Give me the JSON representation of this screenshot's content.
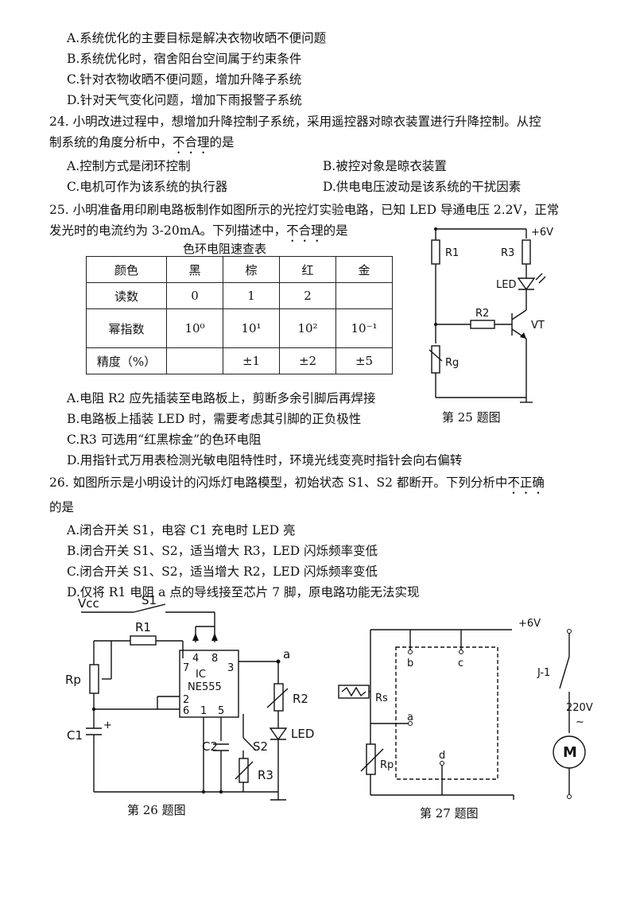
{
  "q23": {
    "options": [
      "A.系统优化的主要目标是解决衣物收晒不便问题",
      "B.系统优化时，宿舍阳台空间属于约束条件",
      "C.针对衣物收晒不便问题，增加升降子系统",
      "D.针对天气变化问题，增加下雨报警子系统"
    ]
  },
  "q24": {
    "line1": "24. 小明改进过程中，想增加升降控制子系统，采用遥控器对晾衣装置进行升降控制。从控",
    "line2_pre": "制系统的角度分析中，",
    "line2_emph": "不合理",
    "line2_post": "的是",
    "options": [
      "A.控制方式是闭环控制",
      "B.被控对象是晾衣装置",
      "C.电机可作为该系统的执行器",
      "D.供电电压波动是该系统的干扰因素"
    ]
  },
  "q25": {
    "line1": "25. 小明准备用印刷电路板制作如图所示的光控灯实验电路，已知 LED 导通电压 2.2V，正常",
    "line2_pre": "发光时的电流约为 3-20mA。下列描述中，",
    "line2_emph": "不合理",
    "line2_post": "的是",
    "table_title": "色环电阻速查表",
    "table": {
      "header": [
        "颜色",
        "黑",
        "棕",
        "红",
        "金"
      ],
      "rows": [
        [
          "读数",
          "0",
          "1",
          "2",
          ""
        ],
        [
          "幂指数",
          "10⁰",
          "10¹",
          "10²",
          "10⁻¹"
        ],
        [
          "精度（%）",
          "",
          "±1",
          "±2",
          "±5"
        ]
      ]
    },
    "options": [
      "A.电阻 R2 应先插装至电路板上，剪断多余引脚后再焊接",
      "B.电路板上插装 LED 时，需要考虑其引脚的正负极性",
      "C.R3 可选用“红黑棕金”的色环电阻",
      "D.用指针式万用表检测光敏电阻特性时，环境光线变亮时指针会向右偏转"
    ],
    "figure": {
      "caption": "第 25 题图",
      "labels": {
        "vcc": "+6V",
        "r1": "R1",
        "r3": "R3",
        "led": "LED",
        "r2": "R2",
        "vt": "VT",
        "rg": "Rg"
      }
    }
  },
  "q26": {
    "line1_pre": "26. 如图所示是小明设计的闪烁灯电路模型，初始状态 S1、S2 都断开。下列分析中",
    "line1_emph": "不正确",
    "line2": "的是",
    "options": [
      "A.闭合开关 S1，电容 C1 充电时 LED 亮",
      "B.闭合开关 S1、S2，适当增大 R3，LED 闪烁频率变低",
      "C.闭合开关 S1、S2，适当增大 R2，LED 闪烁频率变低",
      "D.仅将 R1 电阻 a 点的导线接至芯片 7 脚，原电路功能无法实现"
    ],
    "figure": {
      "caption": "第 26 题图",
      "labels": {
        "vcc": "Vcc",
        "s1": "S1",
        "r1": "R1",
        "rp": "Rp",
        "c1": "C1",
        "ic": "IC",
        "chip": "NE555",
        "p4": "4",
        "p8": "8",
        "p7": "7",
        "p3": "3",
        "p2": "2",
        "p6": "6",
        "p1": "1",
        "p5": "5",
        "a": "a",
        "r2": "R2",
        "led": "LED",
        "c2": "C2",
        "s2": "S2",
        "r3": "R3",
        "plus": "+"
      }
    }
  },
  "q27": {
    "figure": {
      "caption": "第 27 题图",
      "labels": {
        "vcc": "+6V",
        "b": "b",
        "c": "c",
        "rs": "Rs",
        "a": "a",
        "rp": "Rp",
        "d": "d",
        "j1": "J-1",
        "v220": "220V",
        "ac": "~",
        "m": "M"
      }
    }
  }
}
